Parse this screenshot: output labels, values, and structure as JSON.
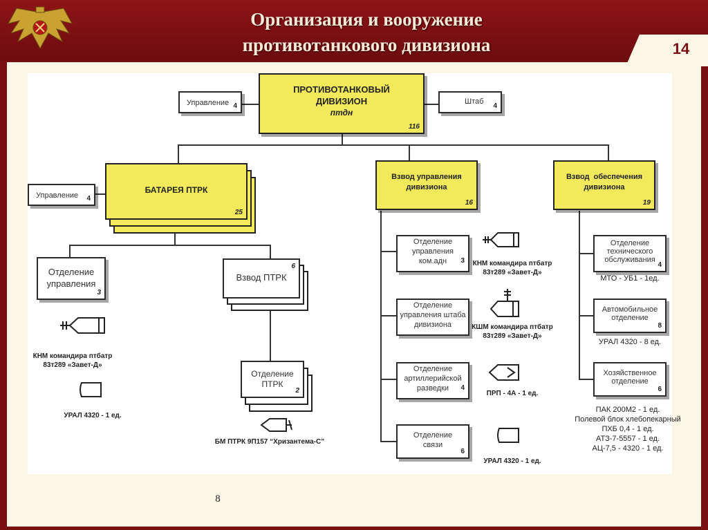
{
  "header": {
    "title_line1": "Организация и вооружение",
    "title_line2": "противотанкового дивизиона",
    "slide_number": "14"
  },
  "footer": {
    "page_number": "8"
  },
  "colors": {
    "maroon": "#7a0f12",
    "cream": "#fbf6e6",
    "yellow": "#f2ea5a"
  },
  "diagram": {
    "top": {
      "line1": "ПРОТИВОТАНКОВЫЙ",
      "line2": "ДИВИЗИОН",
      "line3": "птдн",
      "count": "116"
    },
    "top_left": {
      "label": "Управление",
      "count": "4"
    },
    "top_right": {
      "label": "Штаб",
      "count": "4"
    },
    "battery": {
      "label": "БАТАРЕЯ ПТРК",
      "count": "25"
    },
    "battery_mgmt": {
      "label": "Управление",
      "count": "4"
    },
    "platoon_ctrl": {
      "line1": "Взвод управления",
      "line2": "дивизиона",
      "count": "16"
    },
    "platoon_supply": {
      "line1": "Взвод  обеспечения",
      "line2": "дивизиона",
      "count": "19"
    },
    "otd_upr": {
      "line1": "Отделение",
      "line2": "управления",
      "count": "3"
    },
    "vzvod_ptrk": {
      "label": "Взвод ПТРК",
      "count": "6"
    },
    "otd_ptrk": {
      "line1": "Отделение",
      "line2": "ПТРК",
      "count": "2"
    },
    "knm_left": {
      "line1": "КНМ командира птбатр",
      "line2": "83т289 «Завет-Д»"
    },
    "ural_left": "УРАЛ 4320 - 1 ед.",
    "bm_ptrk": "БМ ПТРК 9П157 “Хризантема-С”",
    "mid_units": [
      {
        "line1": "Отделение",
        "line2": "управления",
        "line3": "ком.адн",
        "count": "3"
      },
      {
        "line1": "Отделение",
        "line2": "управления штаба",
        "line3": "дивизиона",
        "count": ""
      },
      {
        "line1": "Отделение",
        "line2": "артиллерийской",
        "line3": "разведки",
        "count": "4"
      },
      {
        "line1": "Отделение",
        "line2": "связи",
        "line3": "",
        "count": "6"
      }
    ],
    "mid_labels": {
      "knm": {
        "line1": "КНМ командира птбатр",
        "line2": "83т289 «Завет-Д»"
      },
      "kshm": {
        "line1": "КШМ командира птбатр",
        "line2": "83т289 «Завет-Д»"
      },
      "prp": "ПРП - 4А  - 1 ед.",
      "ural": "УРАЛ 4320  - 1 ед."
    },
    "right_units": [
      {
        "line1": "Отделение",
        "line2": "технического",
        "line3": "обслуживания",
        "count": "4"
      },
      {
        "line1": "Автомобильное",
        "line2": "отделение",
        "line3": "",
        "count": "8"
      },
      {
        "line1": "Хозяйственное",
        "line2": "отделение",
        "line3": "",
        "count": "6"
      }
    ],
    "right_labels": {
      "mto": "МТО - УБ1 - 1ед.",
      "ural": "УРАЛ 4320 - 8 ед.",
      "equipment": [
        "ПАК 200М2  - 1 ед.",
        "Полевой блок хлебопекарный",
        "ПХБ 0,4 - 1 ед.",
        "АТЗ-7-5557 - 1 ед.",
        "АЦ-7,5 - 4320 - 1 ед."
      ]
    }
  }
}
